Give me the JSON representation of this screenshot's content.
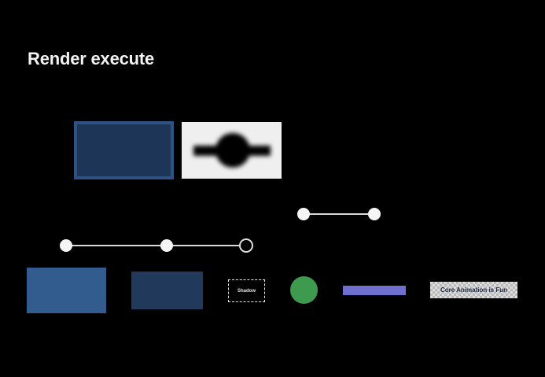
{
  "slide": {
    "title": "Render execute",
    "shadow_label": "Shadow",
    "chip_text": "Core Animation is Fun"
  },
  "colors": {
    "background": "#000000",
    "framed_rect_border": "#2e5283",
    "framed_rect_fill": "#1d3556",
    "rect_light_blue": "#335c8e",
    "rect_dark_blue": "#21395a",
    "green_circle": "#3e9a4f",
    "purple_bar": "#6e6fce"
  },
  "icons": {
    "blurred_shape": "circle-with-bar-blurred-icon",
    "timeline_node": "filled-circle",
    "timeline_end": "hollow-circle"
  }
}
